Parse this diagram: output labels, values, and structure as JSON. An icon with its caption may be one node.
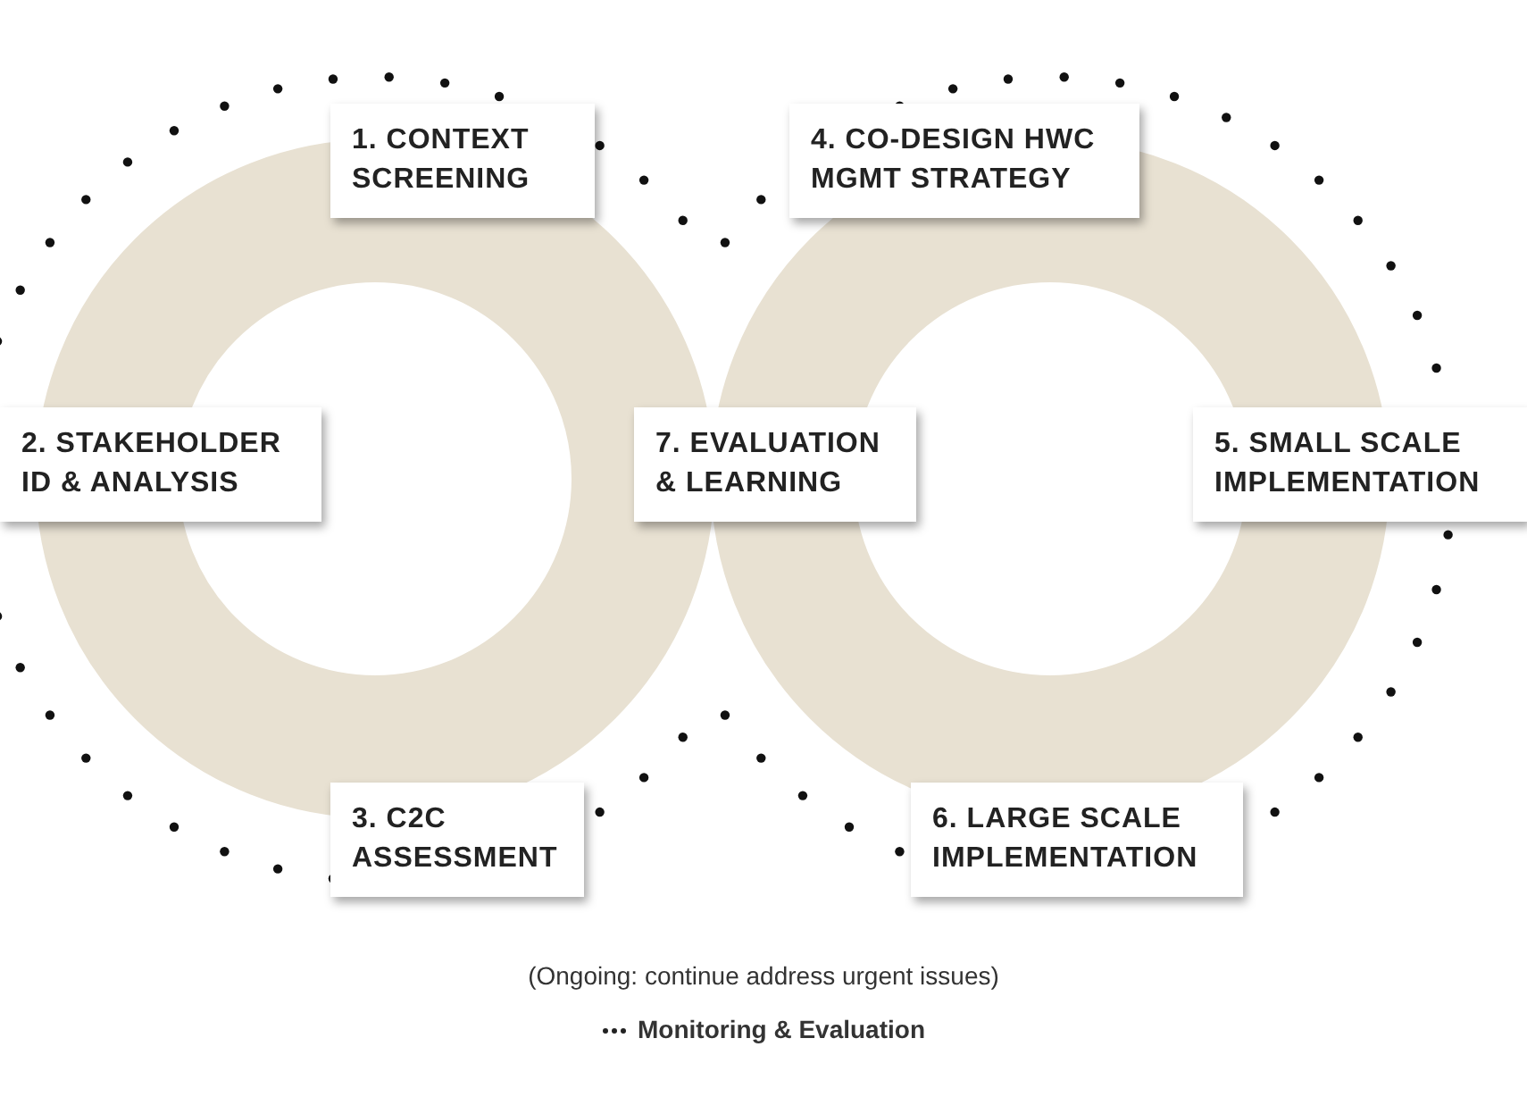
{
  "diagram": {
    "nodes": [
      {
        "text": [
          "1. CONTEXT SCREENING"
        ]
      },
      {
        "text": [
          "2. STAKEHOLDER ID & ANALYSIS"
        ]
      },
      {
        "text": [
          "3. C2C ASSESSMENT"
        ]
      },
      {
        "text": [
          "4. CO-DESIGN HWC MGMT STRATEGY"
        ]
      },
      {
        "text": [
          "5. SMALL SCALE IMPLEMENTATION"
        ]
      },
      {
        "text": [
          "6. LARGE SCALE IMPLEMENTATION"
        ]
      },
      {
        "text": [
          "7. EVALUATION & LEARNING"
        ]
      }
    ],
    "edges": [],
    "labels": [
      "(Ongoing: continue address urgent issues)"
    ],
    "legend": [
      {
        "text": "Monitoring & Evaluation"
      }
    ]
  }
}
